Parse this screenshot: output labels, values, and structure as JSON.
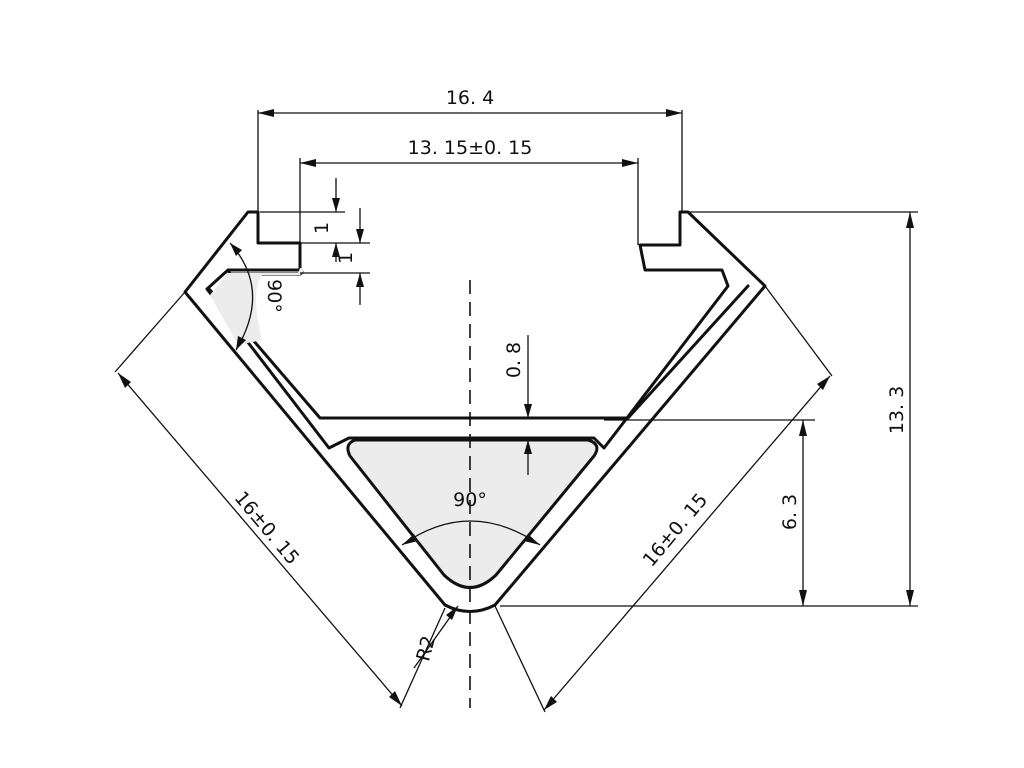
{
  "colors": {
    "line": "#111111",
    "hollow_fill": "#ececec",
    "background": "#ffffff"
  },
  "dimensions": {
    "top_width": "16. 4",
    "inner_width": "13. 15±0. 15",
    "lip_height": "1",
    "lip_gap": "1",
    "corner_angle": "90°",
    "wall_thickness": "0. 8",
    "hollow_height": "6. 3",
    "total_height": "13. 3",
    "bottom_angle": "90°",
    "left_side": "16±0. 15",
    "right_side": "16±0. 15",
    "radius": "R2"
  }
}
